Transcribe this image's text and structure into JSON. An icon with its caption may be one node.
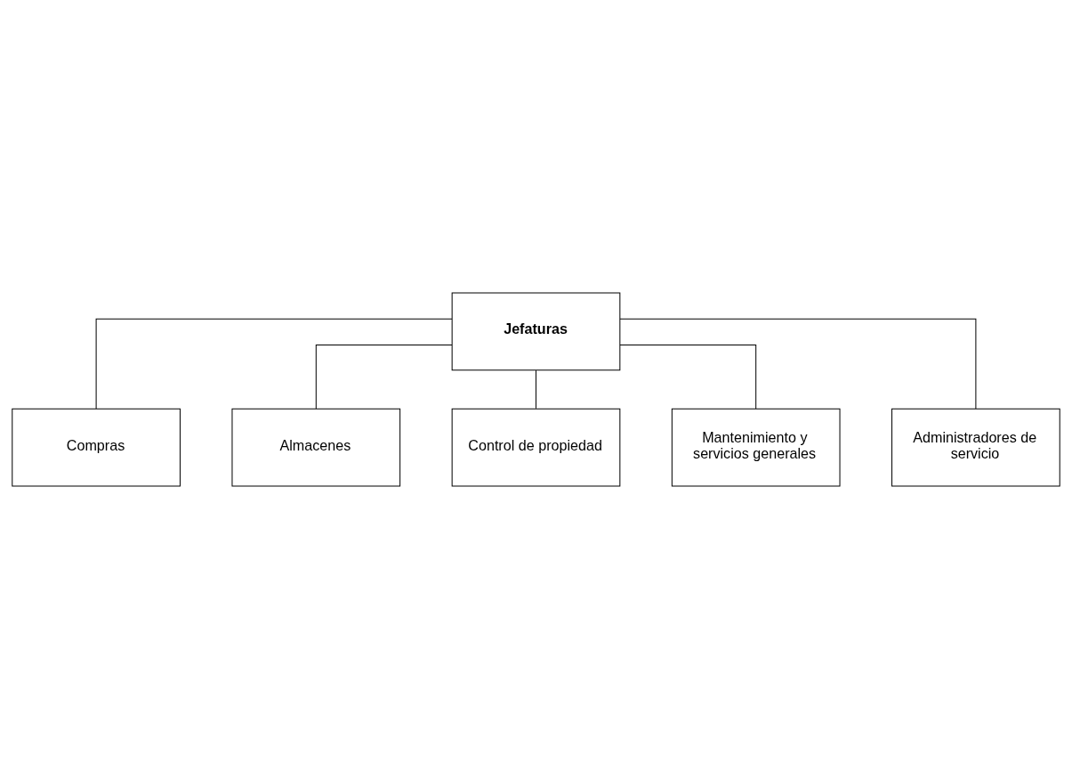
{
  "diagram": {
    "nodes": [
      {
        "text": [
          "Jefaturas"
        ]
      },
      {
        "text": [
          "Compras"
        ]
      },
      {
        "text": [
          "Almacenes"
        ]
      },
      {
        "text": [
          "Control de propiedad"
        ]
      },
      {
        "text": [
          "Mantenimiento y servicios generales"
        ]
      },
      {
        "text": [
          "Administradores de servicio"
        ]
      }
    ],
    "edges": [
      {
        "from": 0,
        "to": 1,
        "arrow": "none"
      },
      {
        "from": 0,
        "to": 2,
        "arrow": "none"
      },
      {
        "from": 0,
        "to": 3,
        "arrow": "none"
      },
      {
        "from": 0,
        "to": 4,
        "arrow": "none"
      },
      {
        "from": 0,
        "to": 5,
        "arrow": "none"
      }
    ]
  }
}
